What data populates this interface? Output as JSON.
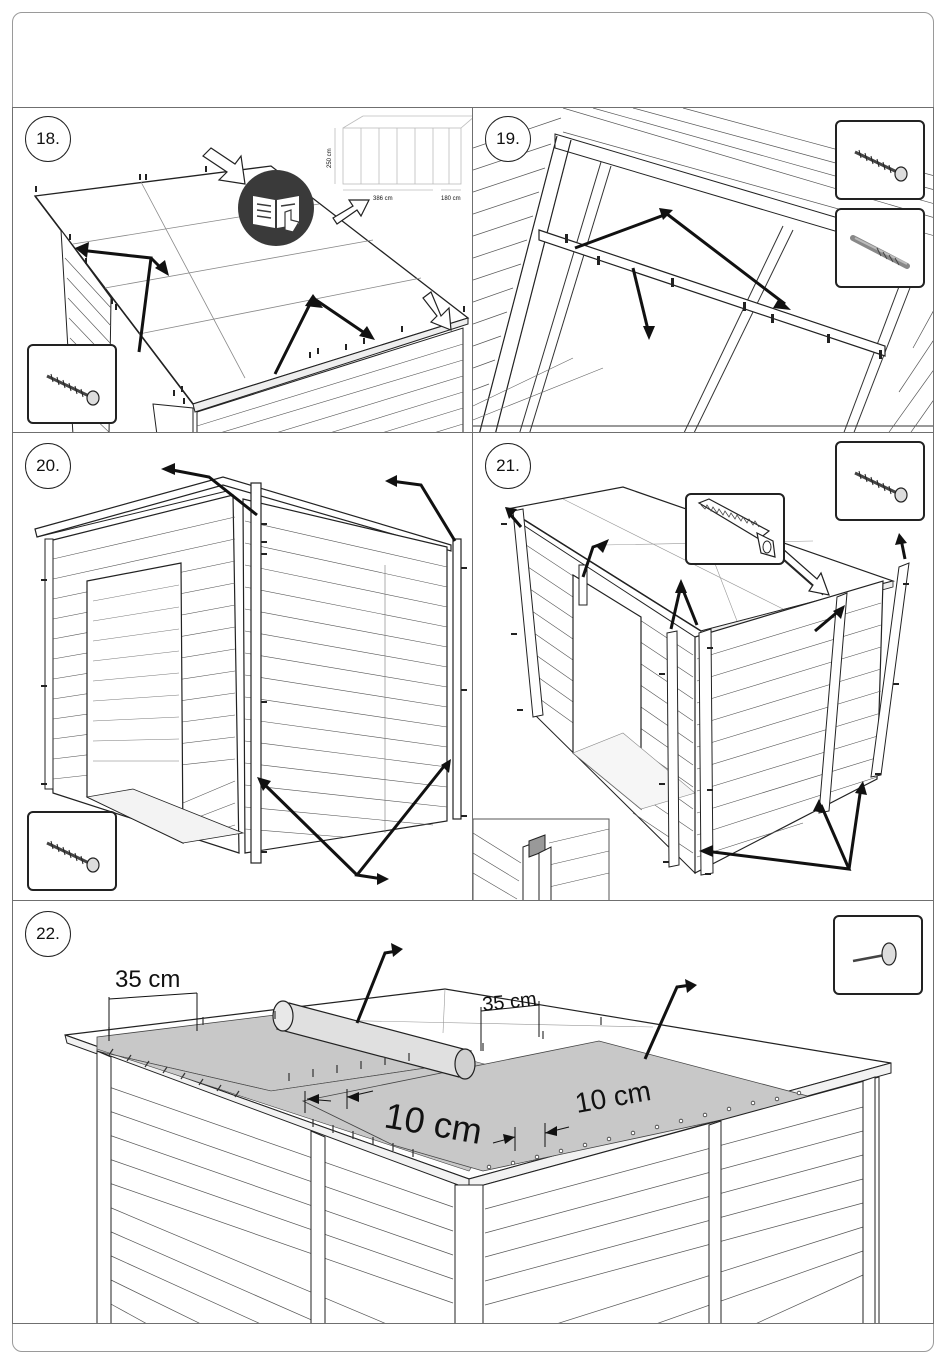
{
  "steps": [
    {
      "number": "18.",
      "parts": [
        "screw-icon"
      ],
      "reference_icon": "manual-book-icon",
      "inset": {
        "width_label": "386 cm",
        "depth_label": "180 cm",
        "height_label": "250 cm"
      }
    },
    {
      "number": "19.",
      "parts": [
        "screw-icon",
        "drill-bit-icon"
      ]
    },
    {
      "number": "20.",
      "parts": [
        "screw-icon"
      ]
    },
    {
      "number": "21.",
      "parts": [
        "screw-icon"
      ],
      "tools": [
        "saw-icon"
      ]
    },
    {
      "number": "22.",
      "parts": [
        "roofing-nail-icon"
      ],
      "dimensions": {
        "overhang_left": "35 cm",
        "overhang_right": "35 cm",
        "overlap_large": "10 cm",
        "overlap_small": "10 cm"
      }
    }
  ],
  "colors": {
    "line": "#222222",
    "felt": "#c8c8c8",
    "badge_dark": "#3a3a3a"
  }
}
